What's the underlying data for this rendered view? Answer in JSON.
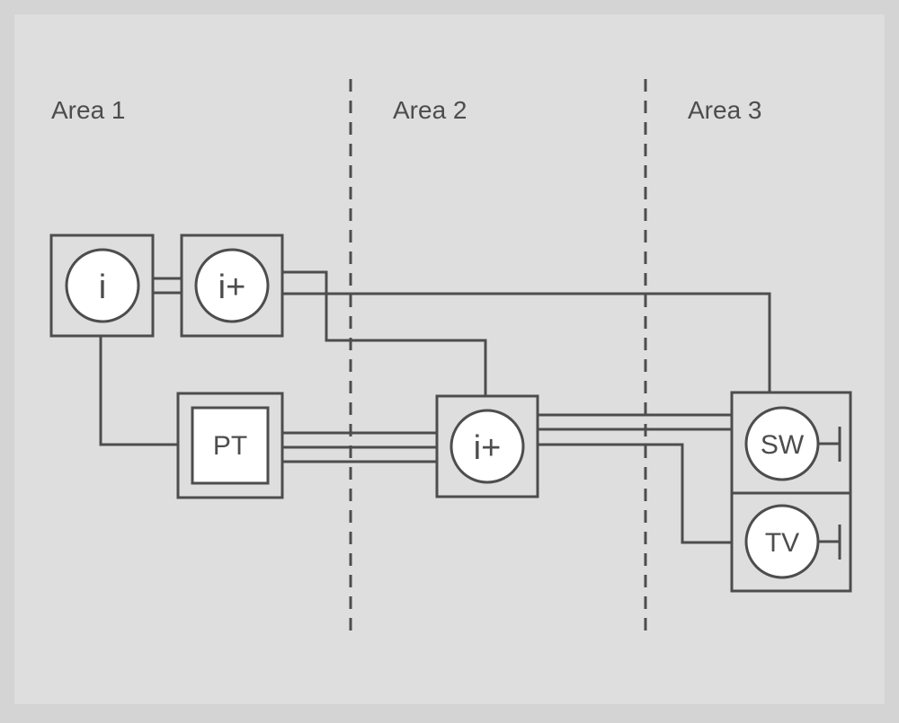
{
  "colors": {
    "outer_background": "#d4d4d4",
    "panel_background": "#dedede",
    "stroke": "#4d4d4d",
    "text": "#4d4d4d"
  },
  "areas": [
    {
      "label": "Area 1"
    },
    {
      "label": "Area 2"
    },
    {
      "label": "Area 3"
    }
  ],
  "devices": {
    "info_box": {
      "label": "i"
    },
    "info_plus_a1": {
      "label": "i+"
    },
    "pt_box": {
      "label": "PT"
    },
    "info_plus_a2": {
      "label": "i+"
    },
    "sw_unit": {
      "label": "SW"
    },
    "tv_unit": {
      "label": "TV"
    }
  }
}
